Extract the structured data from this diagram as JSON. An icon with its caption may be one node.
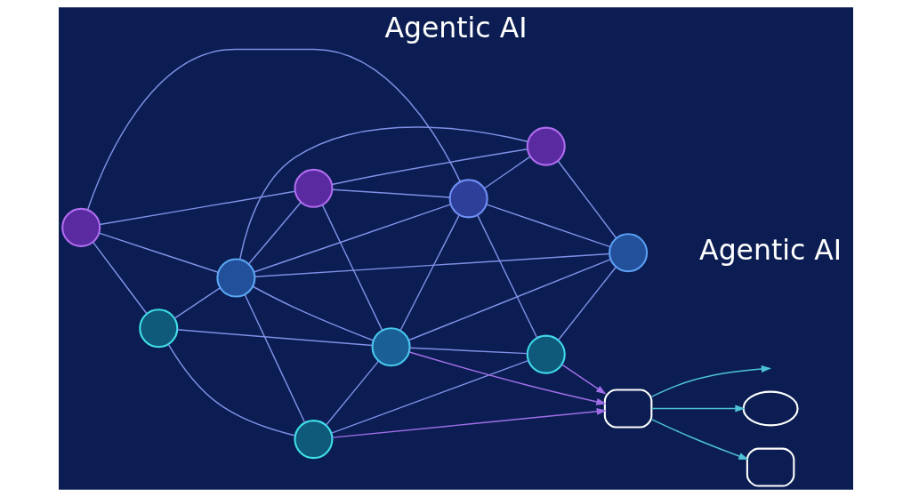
{
  "diagram": {
    "title": "Agentic AI",
    "nodes": [
      {
        "text": [],
        "shape": "circle"
      },
      {
        "text": [],
        "shape": "circle"
      },
      {
        "text": [],
        "shape": "circle"
      },
      {
        "text": [],
        "shape": "circle"
      },
      {
        "text": [],
        "shape": "circle"
      },
      {
        "text": [],
        "shape": "circle"
      },
      {
        "text": [],
        "shape": "circle"
      },
      {
        "text": [],
        "shape": "circle"
      },
      {
        "text": [],
        "shape": "circle"
      },
      {
        "text": [],
        "shape": "circle"
      },
      {
        "text": [],
        "shape": "box"
      },
      {
        "text": [],
        "shape": "cloud"
      },
      {
        "text": [],
        "shape": "box"
      }
    ],
    "edges": [
      {
        "from": 1,
        "to": 0,
        "arrow": "none"
      },
      {
        "from": 1,
        "to": 2,
        "arrow": "none"
      },
      {
        "from": 1,
        "to": 4,
        "arrow": "none"
      },
      {
        "from": 1,
        "to": 6,
        "arrow": "none"
      },
      {
        "from": 0,
        "to": 2,
        "arrow": "none"
      },
      {
        "from": 0,
        "to": 5,
        "arrow": "none"
      },
      {
        "from": 0,
        "to": 3,
        "arrow": "none"
      },
      {
        "from": 2,
        "to": 3,
        "arrow": "none"
      },
      {
        "from": 2,
        "to": 4,
        "arrow": "none"
      },
      {
        "from": 2,
        "to": 5,
        "arrow": "none"
      },
      {
        "from": 2,
        "to": 6,
        "arrow": "none"
      },
      {
        "from": 2,
        "to": 8,
        "arrow": "none"
      },
      {
        "from": 2,
        "to": 9,
        "arrow": "none"
      },
      {
        "from": 3,
        "to": 5,
        "arrow": "none"
      },
      {
        "from": 3,
        "to": 7,
        "arrow": "none"
      },
      {
        "from": 4,
        "to": 5,
        "arrow": "none"
      },
      {
        "from": 4,
        "to": 6,
        "arrow": "none"
      },
      {
        "from": 4,
        "to": 8,
        "arrow": "none"
      },
      {
        "from": 5,
        "to": 6,
        "arrow": "none"
      },
      {
        "from": 5,
        "to": 7,
        "arrow": "none"
      },
      {
        "from": 5,
        "to": 9,
        "arrow": "none"
      },
      {
        "from": 6,
        "to": 7,
        "arrow": "none"
      },
      {
        "from": 6,
        "to": 8,
        "arrow": "none"
      },
      {
        "from": 6,
        "to": 9,
        "arrow": "none"
      },
      {
        "from": 7,
        "to": 9,
        "arrow": "none"
      },
      {
        "from": 8,
        "to": 9,
        "arrow": "none"
      },
      {
        "from": 3,
        "to": 10,
        "arrow": "to",
        "color": "#a06ee8"
      },
      {
        "from": 5,
        "to": 10,
        "arrow": "to",
        "color": "#a06ee8"
      },
      {
        "from": 7,
        "to": 10,
        "arrow": "to",
        "color": "#a06ee8"
      },
      {
        "from": 10,
        "to": null,
        "arrow": "to",
        "color": "#4ec3d8"
      },
      {
        "from": 10,
        "to": 11,
        "arrow": "to",
        "color": "#4ec3d8"
      },
      {
        "from": 10,
        "to": 12,
        "arrow": "to",
        "color": "#4ec3d8"
      }
    ],
    "labels": [
      "Agentic AI"
    ]
  }
}
